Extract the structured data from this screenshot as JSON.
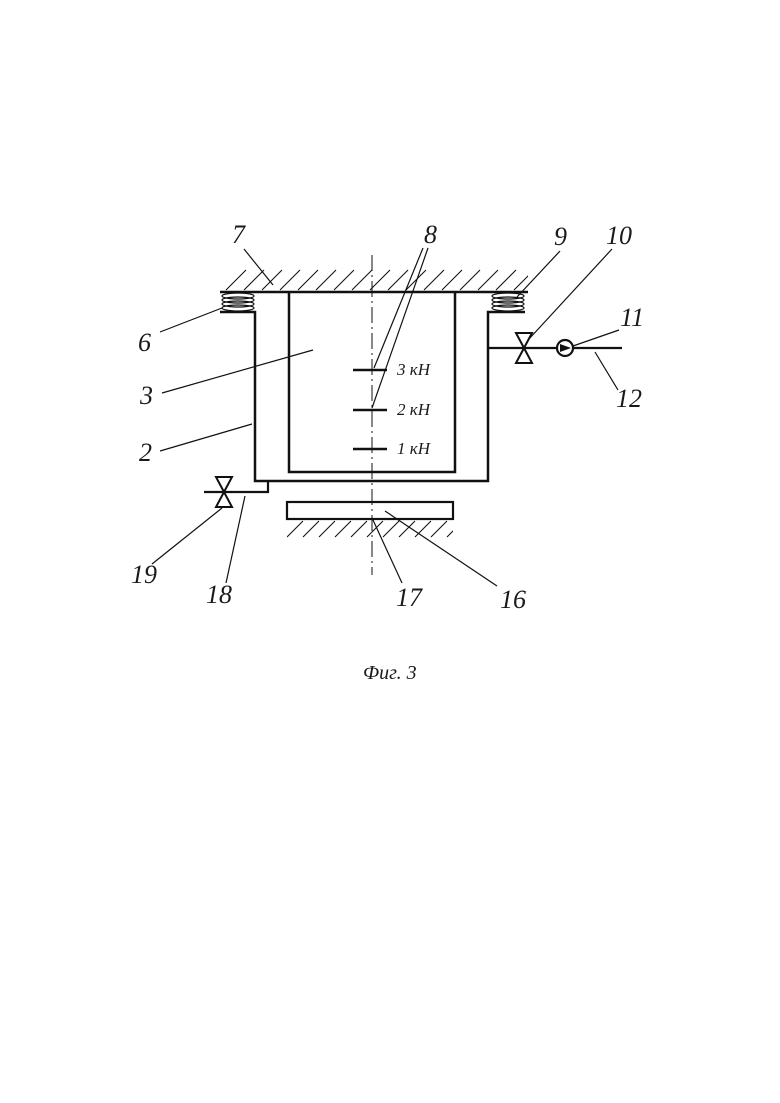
{
  "figure": {
    "caption": "Фиг. 3",
    "labels": {
      "l2": "2",
      "l3": "3",
      "l6": "6",
      "l7": "7",
      "l8": "8",
      "l9": "9",
      "l10": "10",
      "l11": "11",
      "l12": "12",
      "l16": "16",
      "l17": "17",
      "l18": "18",
      "l19": "19"
    },
    "scale_marks": [
      "3 кН",
      "2 кН",
      "1 кН"
    ]
  }
}
